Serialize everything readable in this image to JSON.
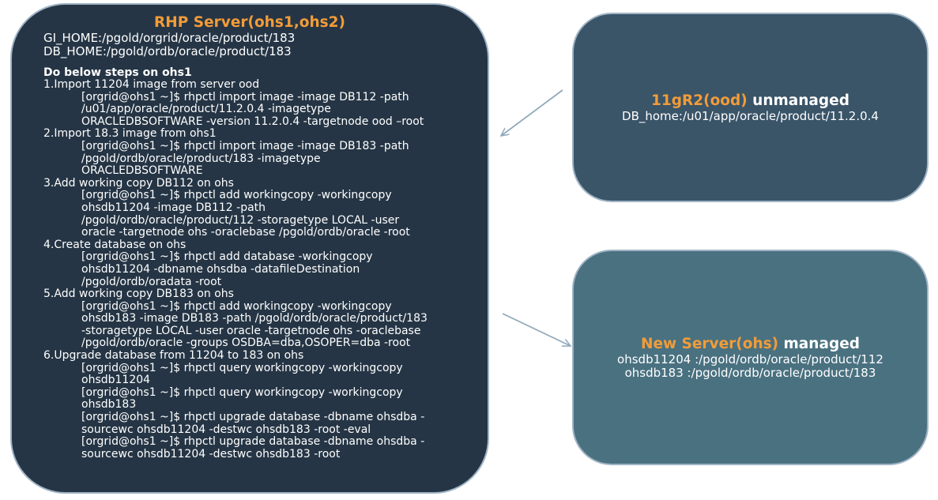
{
  "rhp_server": {
    "title_colored": "RHP Server(ohs1,ohs2)",
    "gi_home": "GI_HOME:/pgold/orgrid/oracle/product/183",
    "db_home": "DB_HOME:/pgold/ordb/oracle/product/183",
    "steps_heading": "Do below steps on ohs1",
    "steps": [
      {
        "title": "1.Import 11204 image from server ood",
        "commands": [
          "[orgrid@ohs1 ~]$ rhpctl import image -image DB112 -path",
          "/u01/app/oracle/product/11.2.0.4 -imagetype",
          "ORACLEDBSOFTWARE -version 11.2.0.4 -targetnode ood –root"
        ]
      },
      {
        "title": "2.Import 18.3 image from ohs1",
        "commands": [
          "[orgrid@ohs1 ~]$ rhpctl import image -image DB183 -path",
          "/pgold/ordb/oracle/product/183 -imagetype",
          "ORACLEDBSOFTWARE"
        ]
      },
      {
        "title": "3.Add working copy  DB112 on ohs",
        "commands": [
          "[orgrid@ohs1 ~]$ rhpctl add workingcopy -workingcopy",
          "ohsdb11204 -image DB112 -path",
          "/pgold/ordb/oracle/product/112 -storagetype LOCAL -user",
          "oracle -targetnode ohs -oraclebase /pgold/ordb/oracle -root"
        ]
      },
      {
        "title": "4.Create database on ohs",
        "commands": [
          "[orgrid@ohs1 ~]$ rhpctl add database -workingcopy",
          "ohsdb11204 -dbname ohsdba -datafileDestination",
          "/pgold/ordb/oradata  -root"
        ]
      },
      {
        "title": "5.Add working copy DB183 on ohs",
        "commands": [
          "[orgrid@ohs1 ~]$ rhpctl add workingcopy -workingcopy",
          "ohsdb183 -image DB183 -path /pgold/ordb/oracle/product/183",
          "-storagetype LOCAL -user oracle -targetnode ohs -oraclebase",
          "/pgold/ordb/oracle -groups OSDBA=dba,OSOPER=dba -root"
        ]
      },
      {
        "title": "6.Upgrade database from 11204 to 183 on ohs",
        "commands": [
          "[orgrid@ohs1 ~]$ rhpctl query workingcopy -workingcopy",
          "ohsdb11204",
          "[orgrid@ohs1 ~]$ rhpctl query workingcopy -workingcopy",
          "ohsdb183",
          "[orgrid@ohs1 ~]$ rhpctl upgrade database -dbname ohsdba -",
          "sourcewc ohsdb11204 -destwc ohsdb183 -root -eval",
          "[orgrid@ohs1 ~]$ rhpctl upgrade database -dbname ohsdba -",
          "sourcewc ohsdb11204 -destwc ohsdb183 -root"
        ]
      }
    ]
  },
  "old_server": {
    "title_colored": "11gR2(ood)",
    "title_plain": " unmanaged",
    "lines": [
      "DB_home:/u01/app/oracle/product/11.2.0.4"
    ]
  },
  "new_server": {
    "title_colored": "New Server(ohs)",
    "title_plain": " managed",
    "lines": [
      "ohsdb11204 :/pgold/ordb/oracle/product/112",
      "ohsdb183 :/pgold/ordb/oracle/product/183"
    ]
  },
  "colors": {
    "title_accent": "#f29c38",
    "rhp_box": "#253545",
    "old_box": "#3a5468",
    "new_box": "#4a7180",
    "arrow": "#8fa9bb"
  }
}
